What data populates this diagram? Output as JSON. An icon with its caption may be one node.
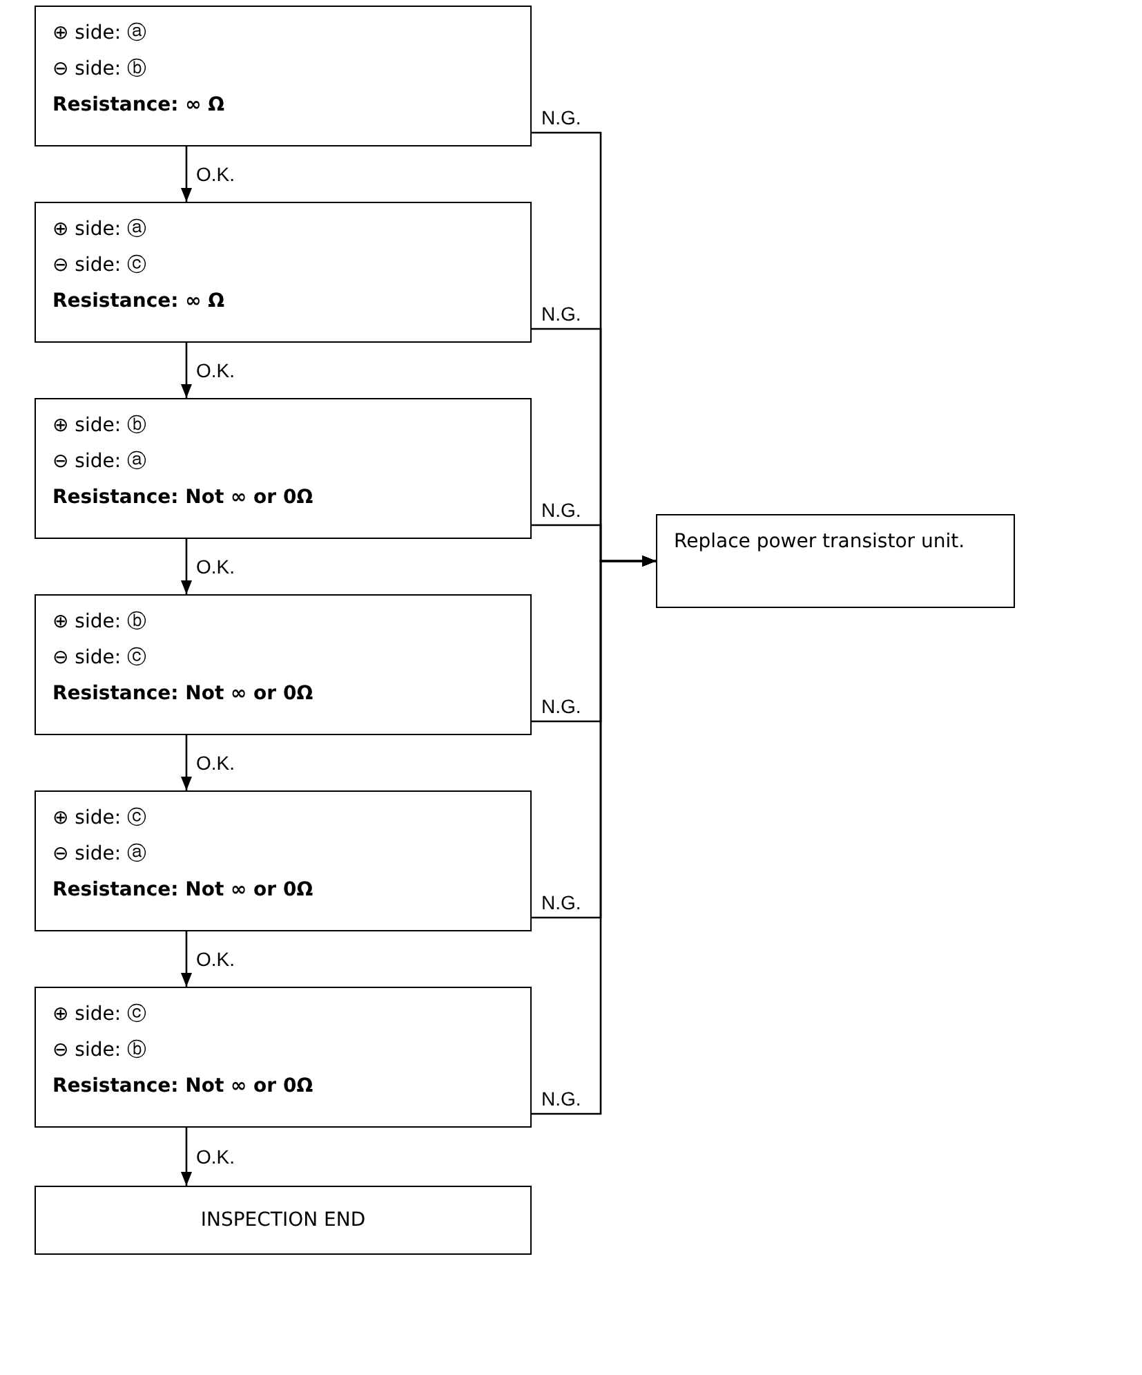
{
  "diagram": {
    "nodes": [
      {
        "text": [
          "⊕ side: ⓐ",
          "⊖ side: ⓑ",
          "Resistance: ∞ Ω"
        ]
      },
      {
        "text": [
          "⊕ side: ⓐ",
          "⊖ side: ⓒ",
          "Resistance: ∞ Ω"
        ]
      },
      {
        "text": [
          "⊕ side: ⓑ",
          "⊖ side: ⓐ",
          "Resistance: Not ∞ or 0Ω"
        ]
      },
      {
        "text": [
          "⊕ side: ⓑ",
          "⊖ side: ⓒ",
          "Resistance: Not ∞ or 0Ω"
        ]
      },
      {
        "text": [
          "⊕ side: ⓒ",
          "⊖ side: ⓐ",
          "Resistance: Not ∞ or 0Ω"
        ]
      },
      {
        "text": [
          "⊕ side: ⓒ",
          "⊖ side: ⓑ",
          "Resistance: Not ∞ or 0Ω"
        ]
      },
      {
        "text": [
          "Replace power transistor unit."
        ]
      },
      {
        "text": [
          "INSPECTION END"
        ]
      }
    ],
    "edges": [
      {
        "from": 0,
        "to": 1,
        "arrow": "to",
        "label": "O.K."
      },
      {
        "from": 1,
        "to": 2,
        "arrow": "to",
        "label": "O.K."
      },
      {
        "from": 2,
        "to": 3,
        "arrow": "to",
        "label": "O.K."
      },
      {
        "from": 3,
        "to": 4,
        "arrow": "to",
        "label": "O.K."
      },
      {
        "from": 4,
        "to": 5,
        "arrow": "to",
        "label": "O.K."
      },
      {
        "from": 5,
        "to": 7,
        "arrow": "to",
        "label": "O.K."
      },
      {
        "from": 0,
        "to": 6,
        "arrow": "to",
        "label": "N.G."
      },
      {
        "from": 1,
        "to": 6,
        "arrow": "to",
        "label": "N.G."
      },
      {
        "from": 2,
        "to": 6,
        "arrow": "to",
        "label": "N.G."
      },
      {
        "from": 3,
        "to": 6,
        "arrow": "to",
        "label": "N.G."
      },
      {
        "from": 4,
        "to": 6,
        "arrow": "to",
        "label": "N.G."
      },
      {
        "from": 5,
        "to": 6,
        "arrow": "to",
        "label": "N.G."
      }
    ]
  }
}
